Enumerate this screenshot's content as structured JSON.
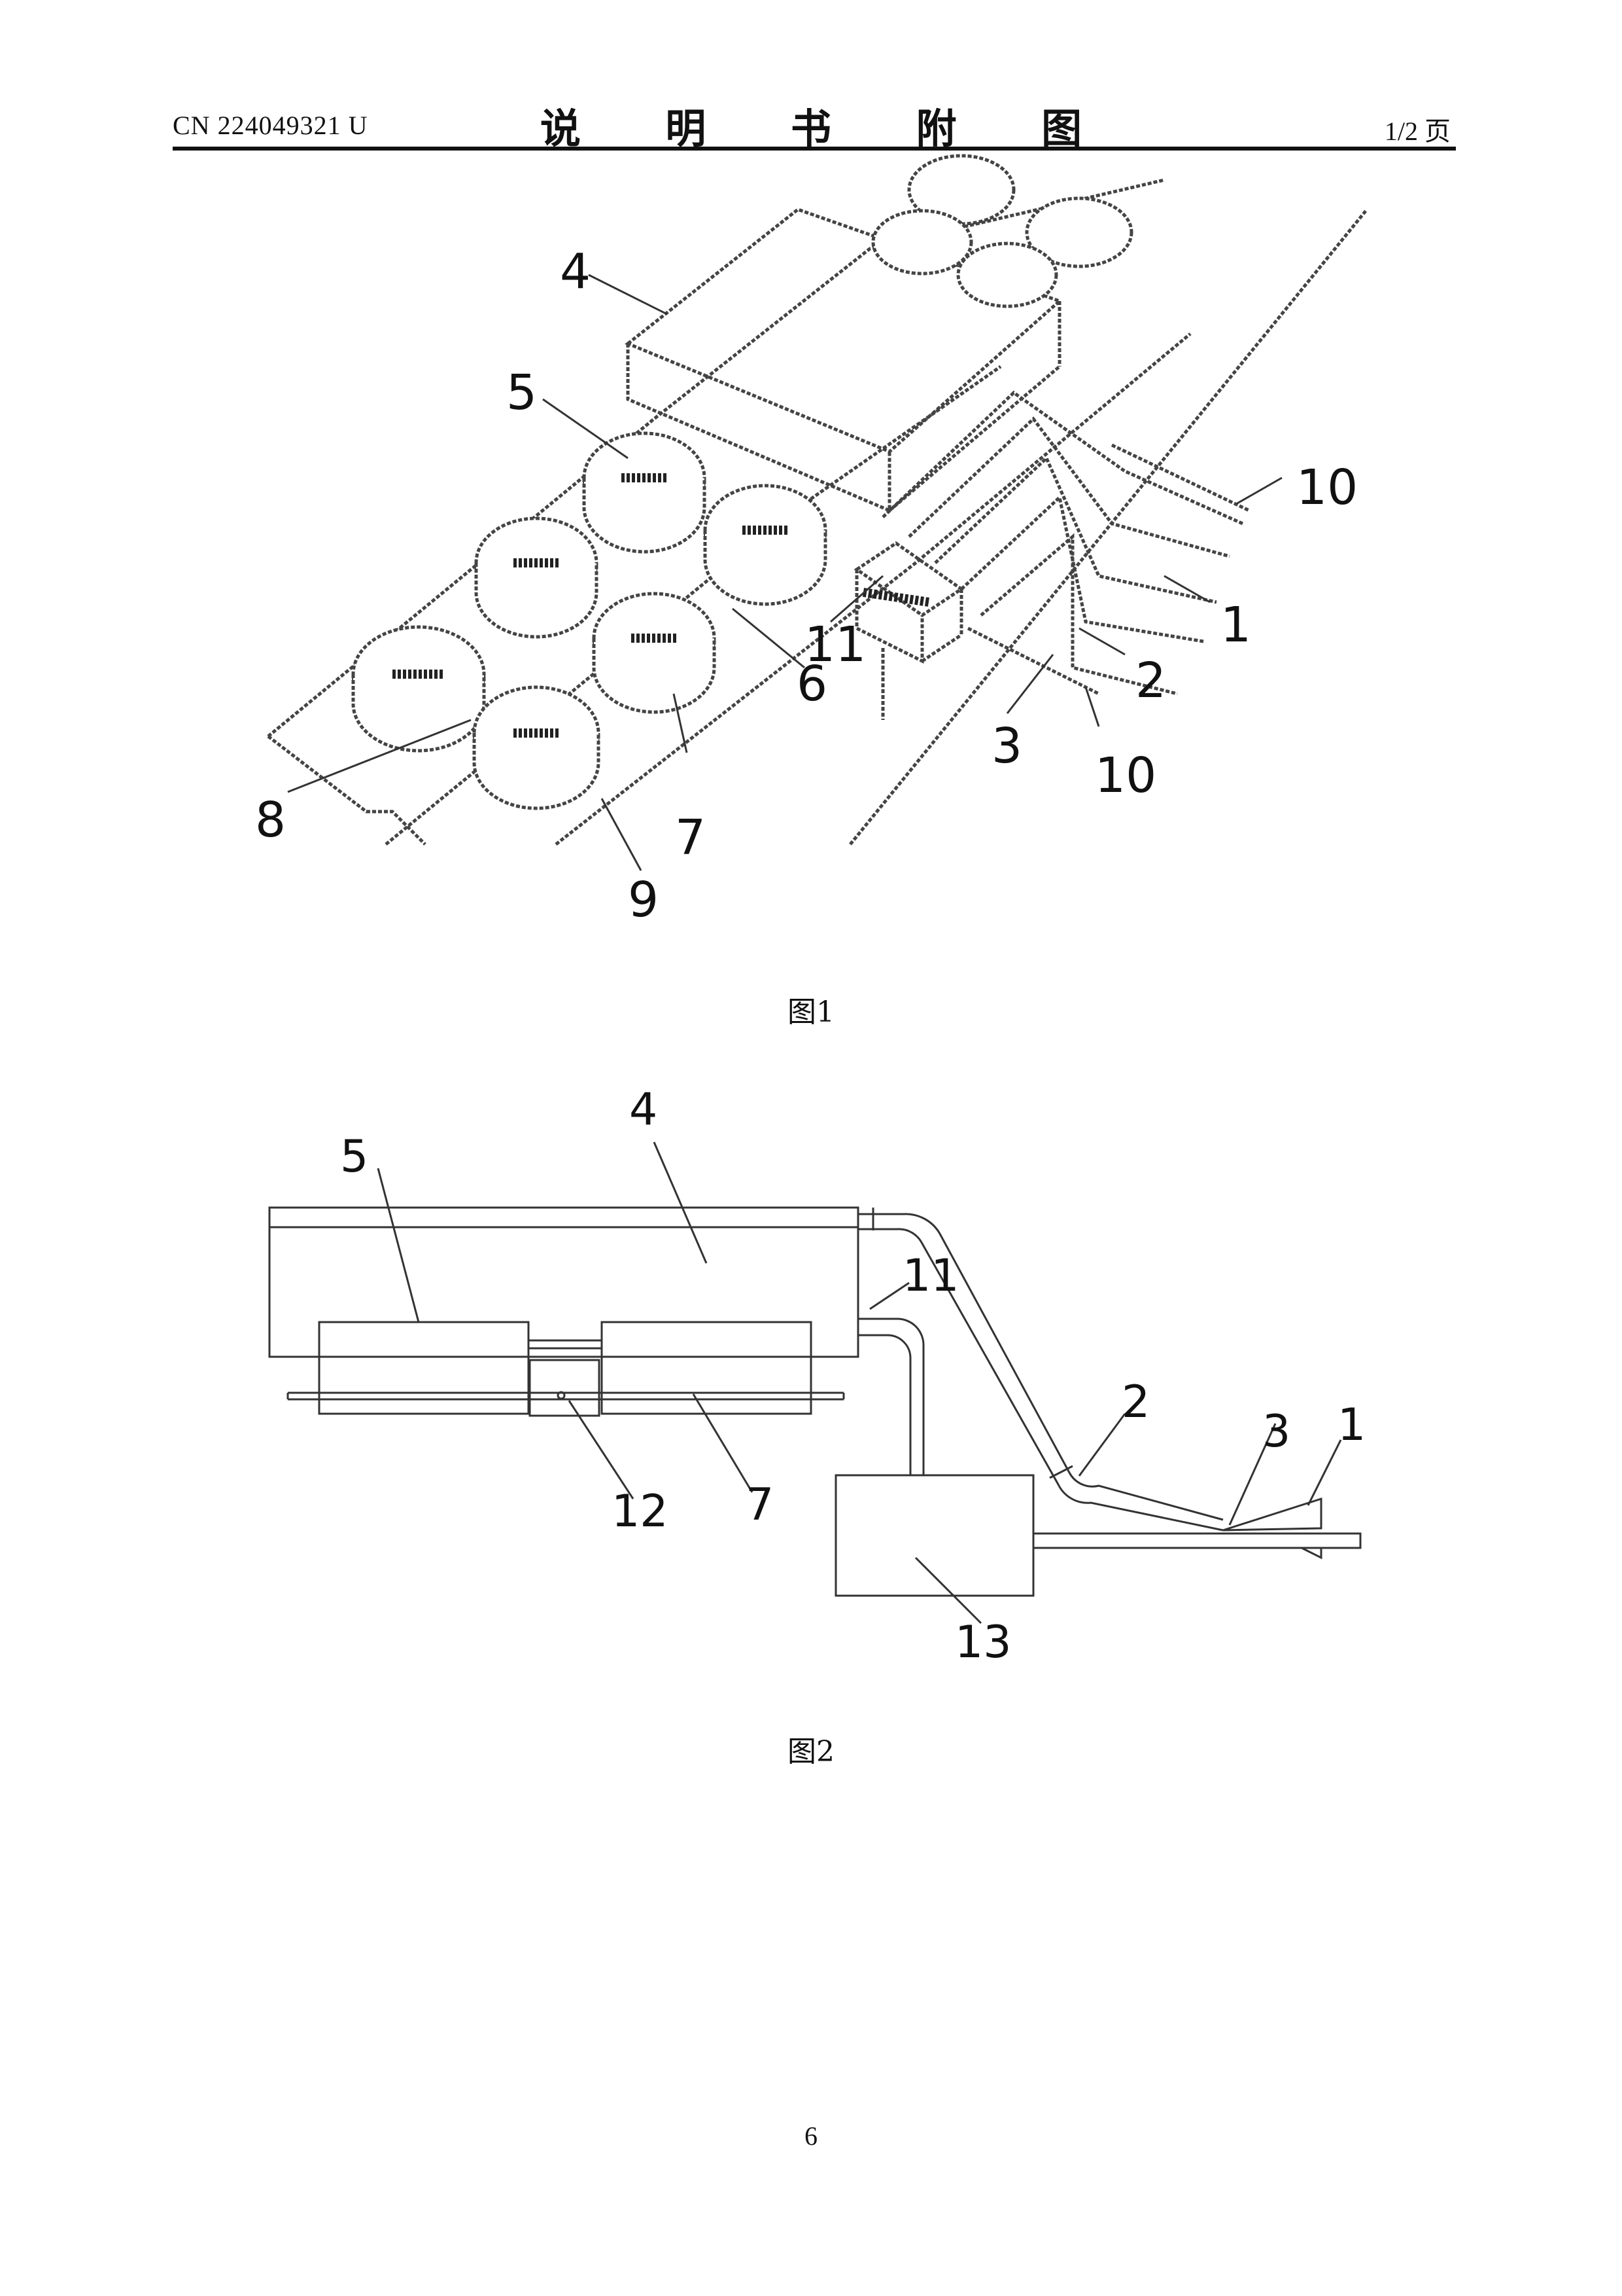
{
  "header": {
    "doc_number": "CN 224049321 U",
    "title": "说 明 书 附 图",
    "page_of": "1/2 页"
  },
  "figure1": {
    "caption": "图1",
    "labels": [
      "1",
      "2",
      "3",
      "4",
      "5",
      "6",
      "7",
      "8",
      "9",
      "10",
      "10",
      "11"
    ]
  },
  "figure2": {
    "caption": "图2",
    "labels": [
      "1",
      "2",
      "3",
      "4",
      "5",
      "7",
      "11",
      "12",
      "13"
    ]
  },
  "footer": {
    "page_number": "6"
  }
}
